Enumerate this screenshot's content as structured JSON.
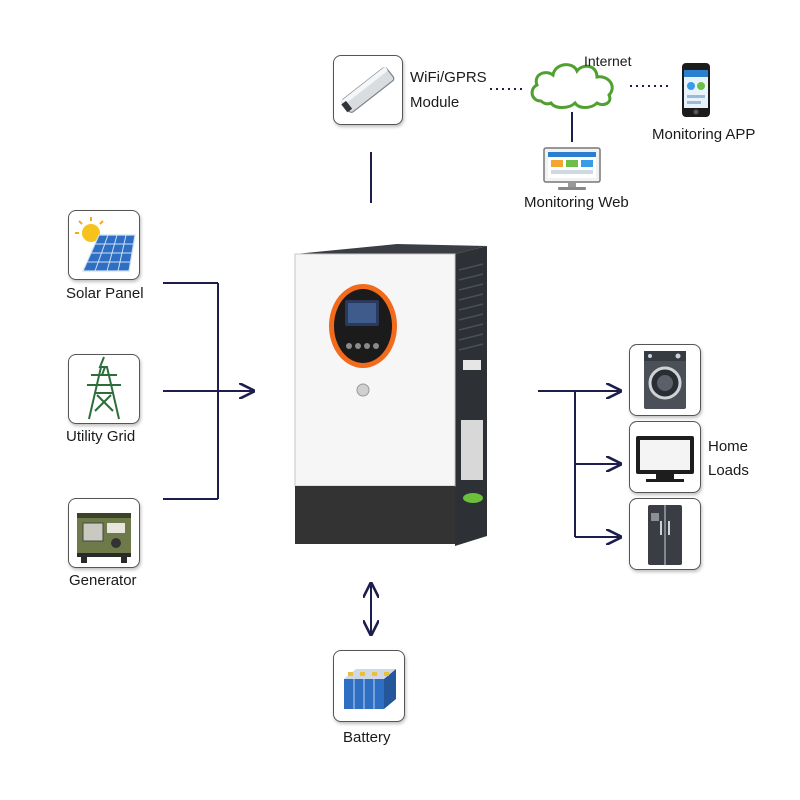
{
  "wifi_module": {
    "line1": "WiFi/GPRS",
    "line2": "Module"
  },
  "internet": {
    "label": "Internet"
  },
  "monitoring_app": {
    "label": "Monitoring APP"
  },
  "monitoring_web": {
    "label": "Monitoring Web"
  },
  "sources": [
    {
      "label": "Solar Panel"
    },
    {
      "label": "Utility Grid"
    },
    {
      "label": "Generator"
    }
  ],
  "home_loads": {
    "line1": "Home",
    "line2": "Loads"
  },
  "battery": {
    "label": "Battery"
  },
  "colors": {
    "line": "#1e1e4e",
    "inverter_accent": "#f26a1b",
    "inverter_base": "#333333"
  }
}
